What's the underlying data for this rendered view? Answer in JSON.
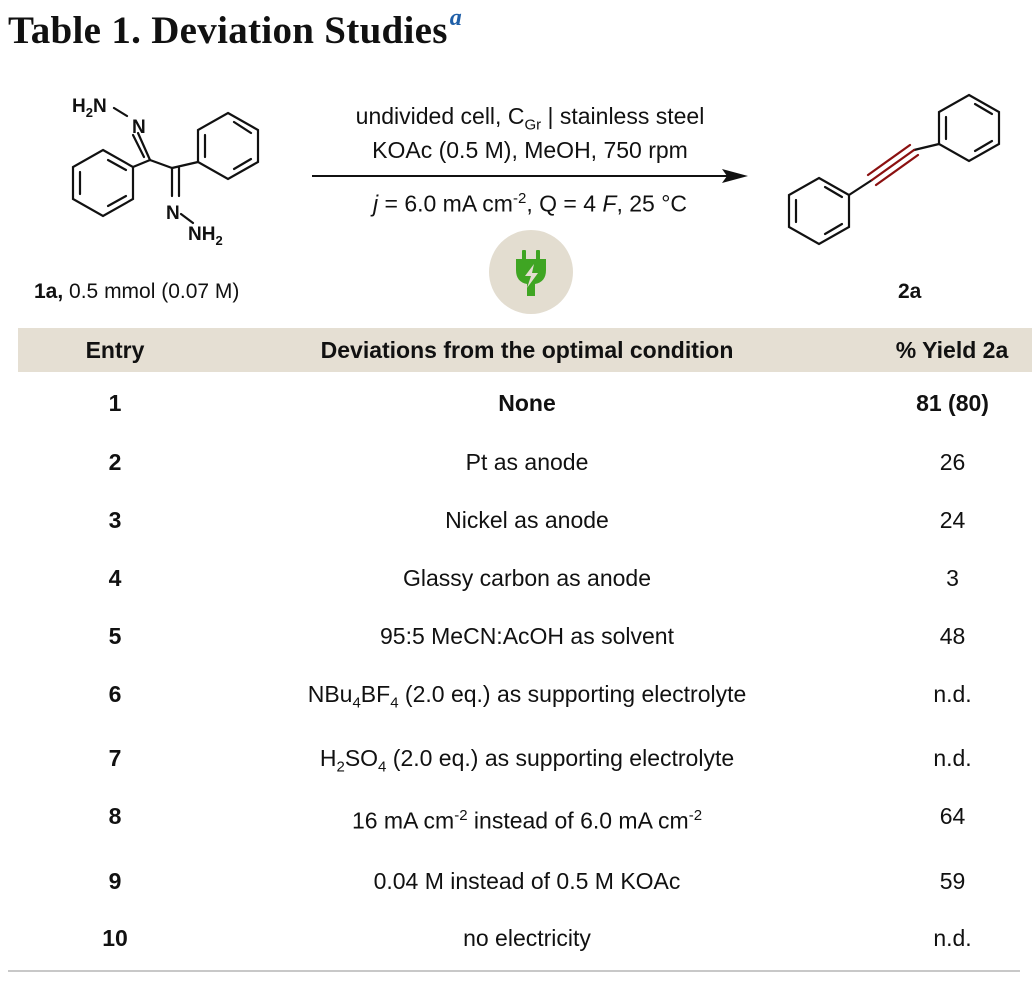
{
  "title": {
    "text": "Table 1. Deviation Studies",
    "footnote_mark": "a"
  },
  "scheme": {
    "substrate": {
      "label_id": "1a,",
      "label_rest": " 0.5 mmol (0.07 M)",
      "top_group": {
        "h": "H",
        "two": "2",
        "n": "N"
      },
      "bottom_group": {
        "n": "N",
        "h": "NH",
        "two": "2"
      },
      "imine_n_top": "N",
      "imine_n_bottom": "N"
    },
    "conditions": {
      "line1_a": "undivided cell, C",
      "line1_sub": "Gr",
      "line1_b": " | stainless steel",
      "line2": "KOAc (0.5 M), MeOH, 750 rpm",
      "line3_j": "j",
      "line3_a": " = 6.0 mA cm",
      "line3_sup": "-2",
      "line3_b": ", Q = 4 ",
      "line3_F": "F",
      "line3_c": ", 25 °C"
    },
    "product_label": "2a",
    "icon": "electric-plug-icon",
    "colors": {
      "alkyne": "#8b1010",
      "plug_green": "#3fa523",
      "plug_bg": "#e3ddd0"
    }
  },
  "table": {
    "headers": {
      "entry": "Entry",
      "deviation": "Deviations from the optimal condition",
      "yield": "% Yield 2a"
    },
    "header_bg": "#e5dfd3",
    "rows": [
      {
        "entry": "1",
        "deviation": "None",
        "yield": "81 (80)",
        "bold": true
      },
      {
        "entry": "2",
        "deviation": "Pt as anode",
        "yield": "26"
      },
      {
        "entry": "3",
        "deviation": "Nickel as anode",
        "yield": "24"
      },
      {
        "entry": "4",
        "deviation": "Glassy carbon as anode",
        "yield": "3"
      },
      {
        "entry": "5",
        "deviation": "95:5 MeCN:AcOH as solvent",
        "yield": "48"
      },
      {
        "entry": "6",
        "deviation_parts": [
          "NBu",
          "4",
          "BF",
          "4",
          " (2.0 eq.) as supporting electrolyte"
        ],
        "yield": "n.d."
      },
      {
        "entry": "7",
        "deviation_parts": [
          "H",
          "2",
          "SO",
          "4",
          " (2.0 eq.) as supporting electrolyte"
        ],
        "yield": "n.d."
      },
      {
        "entry": "8",
        "deviation_parts": [
          "16 mA cm",
          "-2",
          " instead of 6.0 mA cm",
          "-2"
        ],
        "yield": "64"
      },
      {
        "entry": "9",
        "deviation": "0.04 M instead of 0.5 M KOAc",
        "yield": "59"
      },
      {
        "entry": "10",
        "deviation": "no electricity",
        "yield": "n.d."
      }
    ]
  }
}
